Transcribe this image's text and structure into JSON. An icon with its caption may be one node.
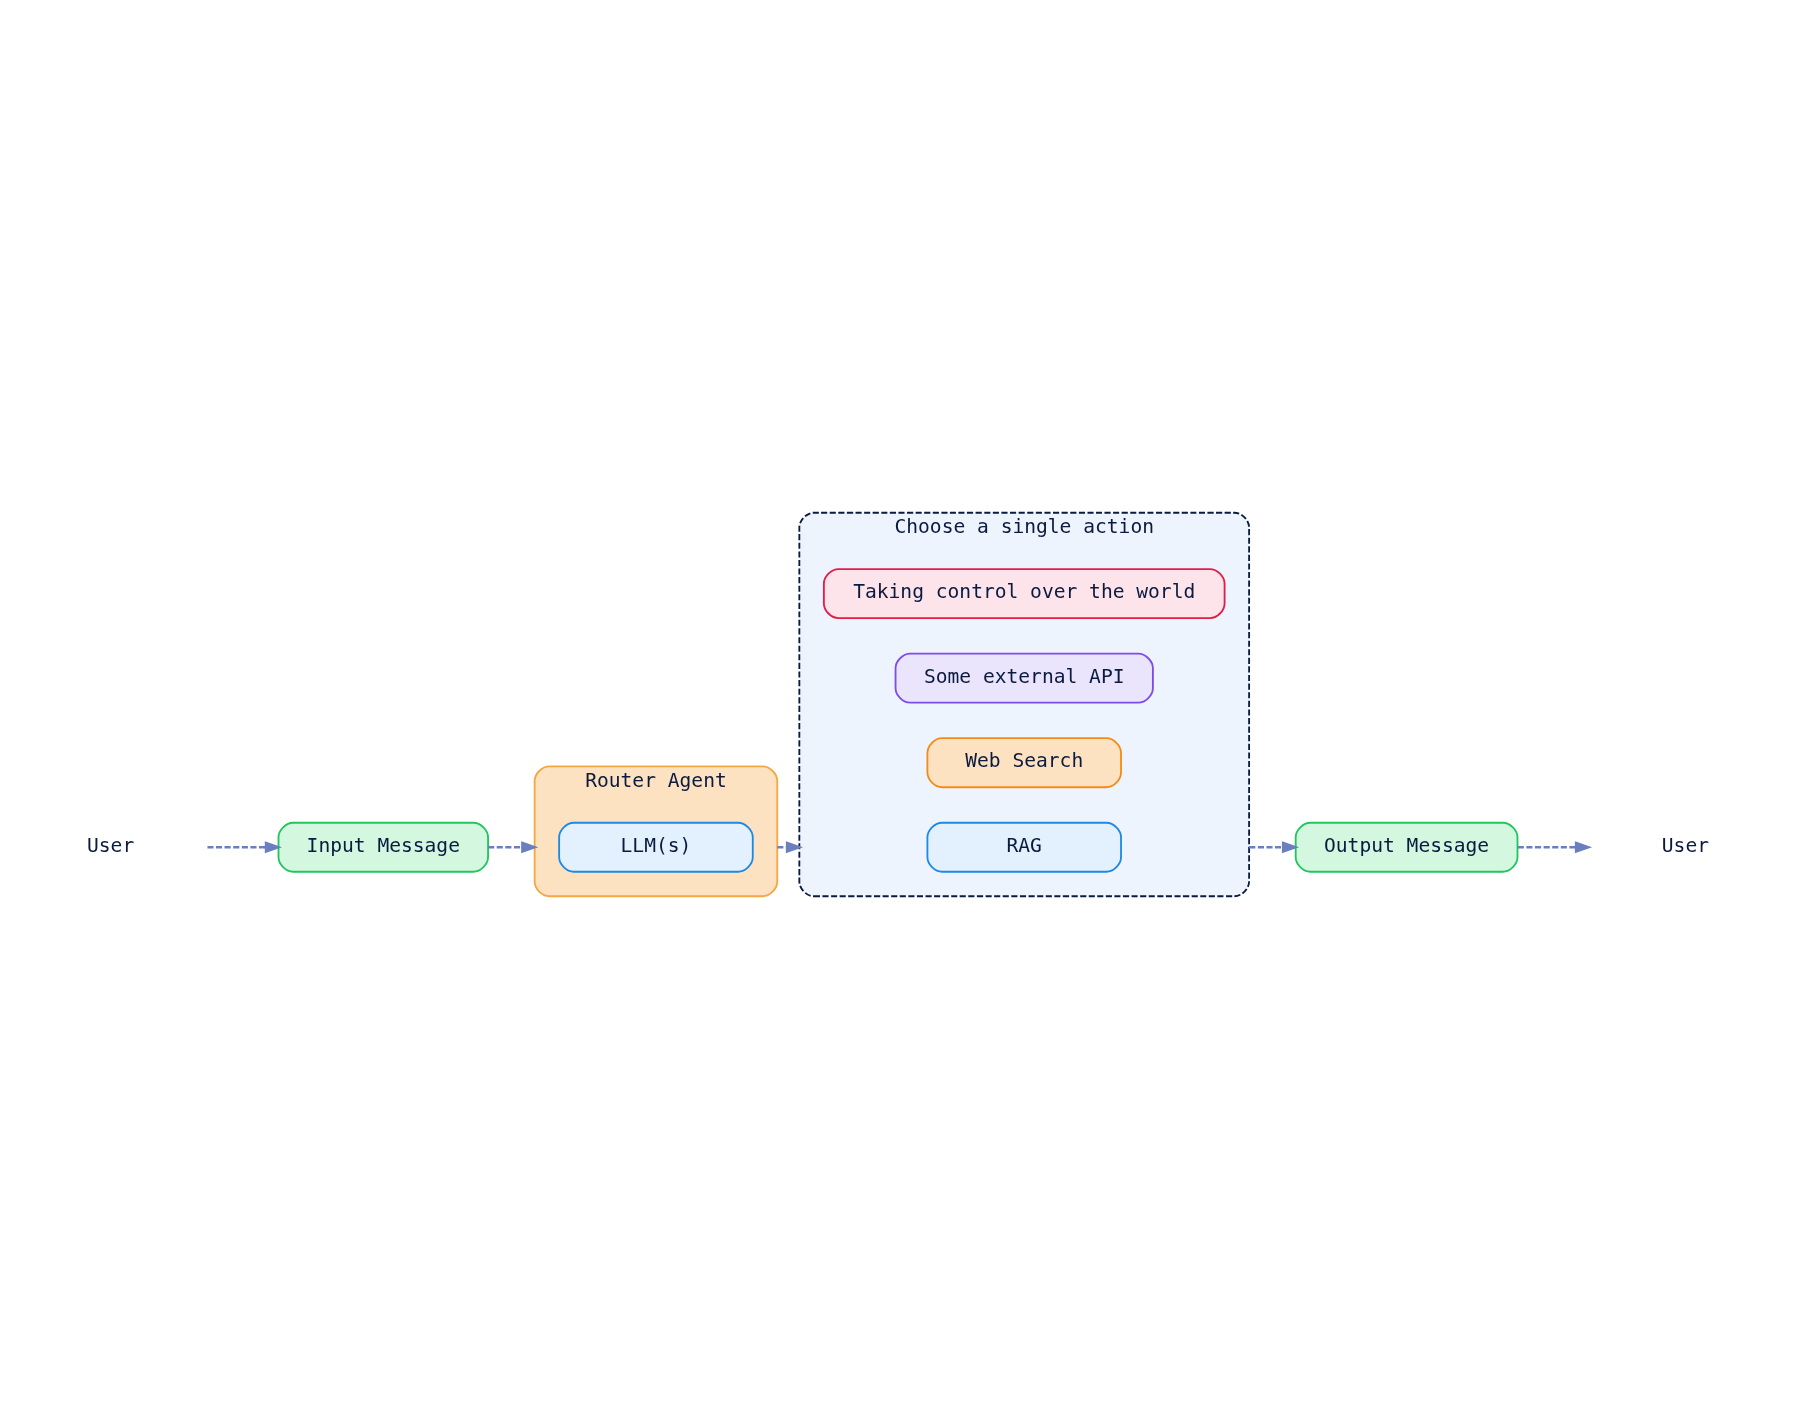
{
  "diagram": {
    "nodes": [
      {
        "text": [
          "User"
        ]
      },
      {
        "text": [
          "Input Message"
        ]
      },
      {
        "text": [
          "Router Agent"
        ]
      },
      {
        "text": [
          "LLM(s)"
        ],
        "in": 2
      },
      {
        "text": [
          "Choose a single action"
        ]
      },
      {
        "text": [
          "RAG"
        ],
        "in": 4
      },
      {
        "text": [
          "Web Search"
        ],
        "in": 4
      },
      {
        "text": [
          "Some external API"
        ],
        "in": 4
      },
      {
        "text": [
          "Taking control over the world"
        ],
        "in": 4
      },
      {
        "text": [
          "Output Message"
        ]
      },
      {
        "text": [
          "User"
        ]
      }
    ],
    "edges": [
      {
        "from": 0,
        "to": 1,
        "arrow": "to",
        "style": "dashed"
      },
      {
        "from": 1,
        "to": 2,
        "arrow": "to",
        "style": "dashed"
      },
      {
        "from": 2,
        "to": 4,
        "arrow": "to",
        "style": "dashed"
      },
      {
        "from": 4,
        "to": 9,
        "arrow": "to",
        "style": "dashed"
      },
      {
        "from": 9,
        "to": 10,
        "arrow": "to",
        "style": "dashed"
      }
    ]
  }
}
